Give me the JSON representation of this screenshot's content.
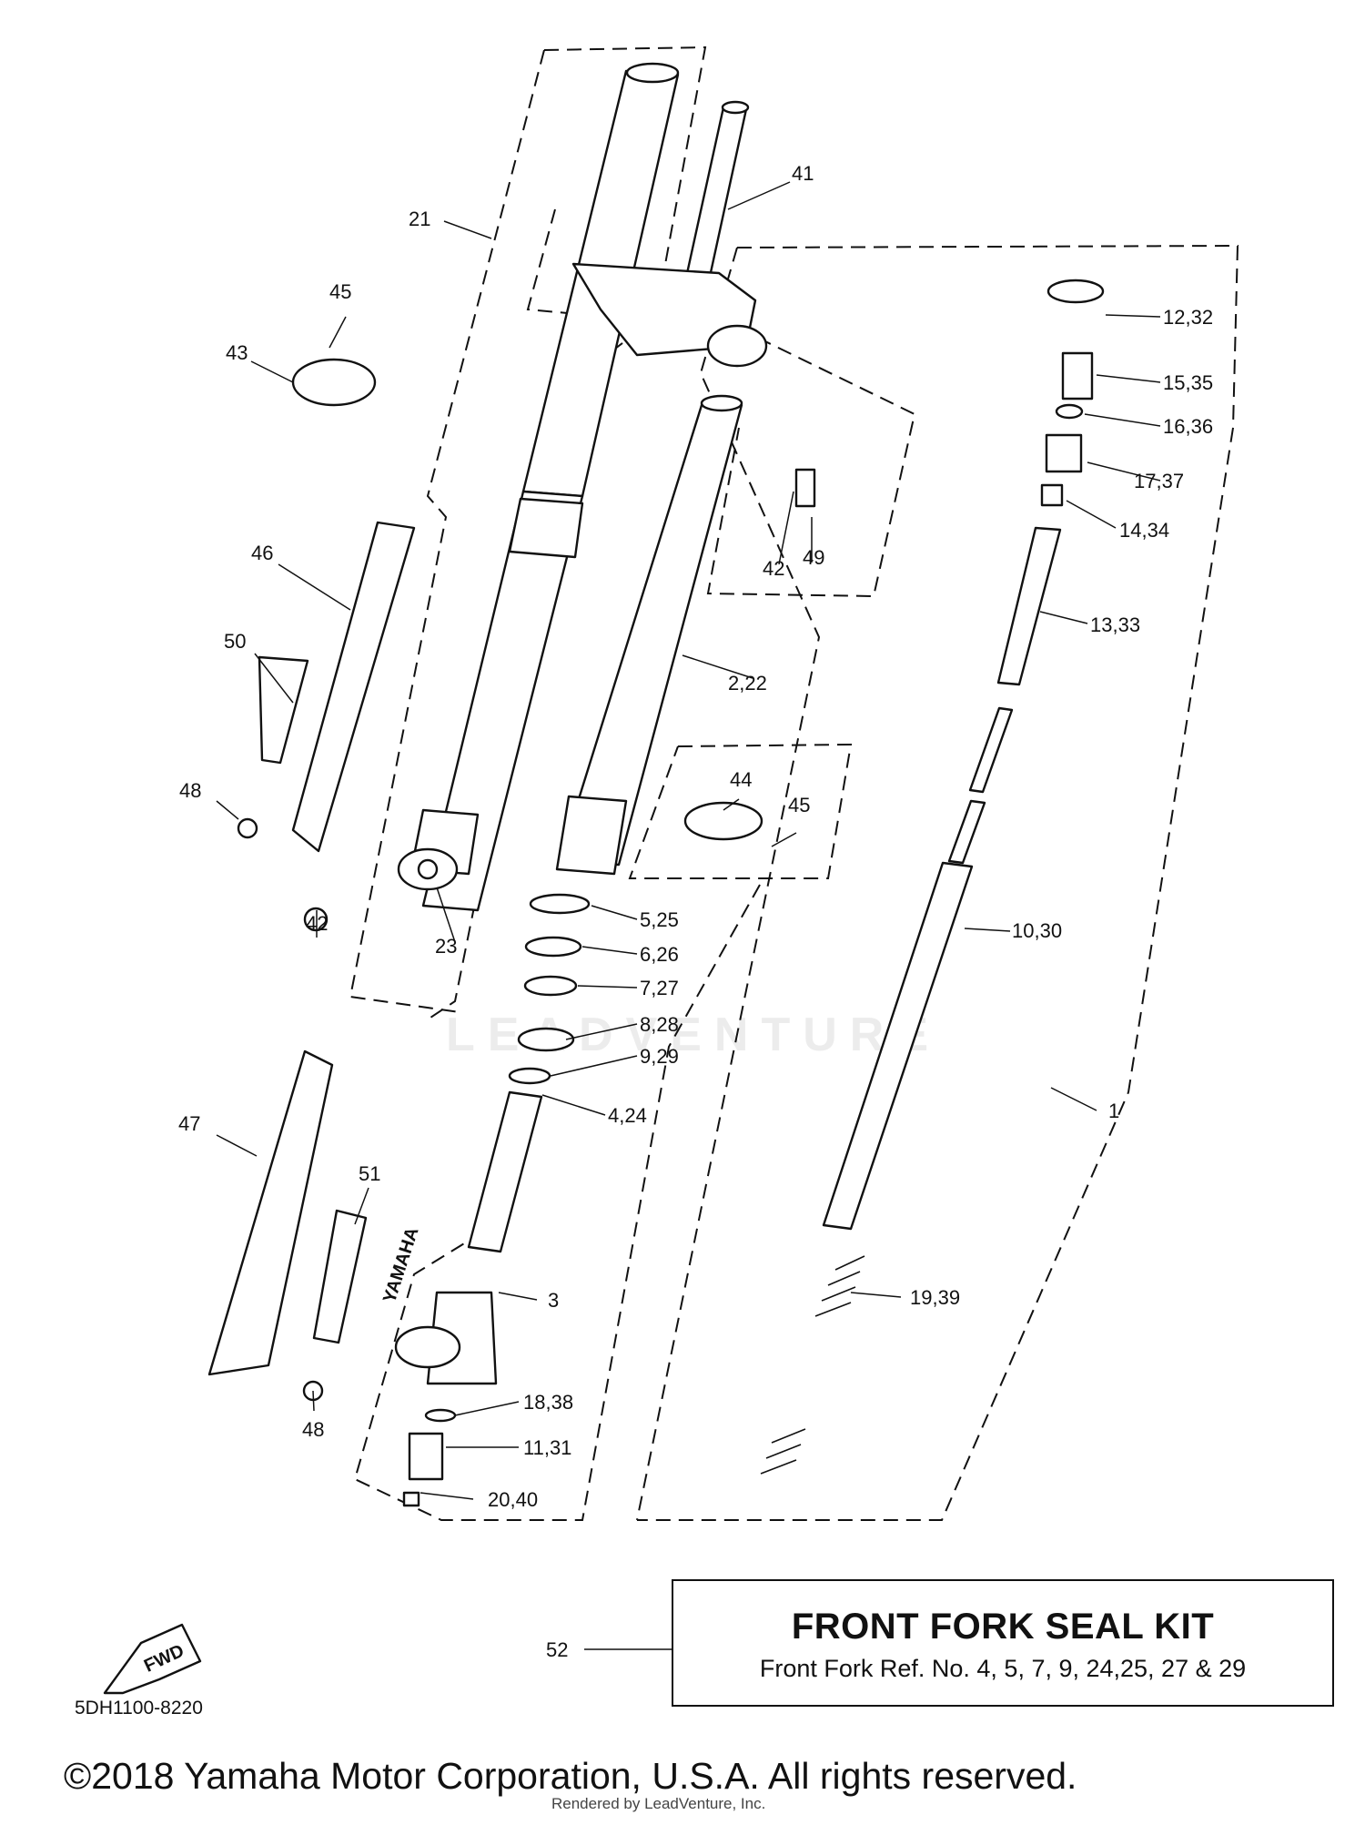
{
  "diagram": {
    "code": "5DH1100-8220",
    "watermark": "LEADVENTURE",
    "fwd_label": "FWD",
    "brand_text": "YAMAHA",
    "callouts": [
      {
        "id": "c21",
        "text": "21"
      },
      {
        "id": "c41",
        "text": "41"
      },
      {
        "id": "c45a",
        "text": "45"
      },
      {
        "id": "c43",
        "text": "43"
      },
      {
        "id": "c12",
        "text": "12,32"
      },
      {
        "id": "c15",
        "text": "15,35"
      },
      {
        "id": "c16",
        "text": "16,36"
      },
      {
        "id": "c17",
        "text": "17,37"
      },
      {
        "id": "c14",
        "text": "14,34"
      },
      {
        "id": "c13",
        "text": "13,33"
      },
      {
        "id": "c46",
        "text": "46"
      },
      {
        "id": "c50",
        "text": "50"
      },
      {
        "id": "c42a",
        "text": "42"
      },
      {
        "id": "c49",
        "text": "49"
      },
      {
        "id": "c2",
        "text": "2,22"
      },
      {
        "id": "c44",
        "text": "44"
      },
      {
        "id": "c45b",
        "text": "45"
      },
      {
        "id": "c48a",
        "text": "48"
      },
      {
        "id": "c42b",
        "text": "42"
      },
      {
        "id": "c23",
        "text": "23"
      },
      {
        "id": "c5",
        "text": "5,25"
      },
      {
        "id": "c6",
        "text": "6,26"
      },
      {
        "id": "c7",
        "text": "7,27"
      },
      {
        "id": "c8",
        "text": "8,28"
      },
      {
        "id": "c9",
        "text": "9,29"
      },
      {
        "id": "c10",
        "text": "10,30"
      },
      {
        "id": "c1",
        "text": "1"
      },
      {
        "id": "c4",
        "text": "4,24"
      },
      {
        "id": "c47",
        "text": "47"
      },
      {
        "id": "c51",
        "text": "51"
      },
      {
        "id": "c3",
        "text": "3"
      },
      {
        "id": "c19",
        "text": "19,39"
      },
      {
        "id": "c48b",
        "text": "48"
      },
      {
        "id": "c18",
        "text": "18,38"
      },
      {
        "id": "c11",
        "text": "11,31"
      },
      {
        "id": "c20",
        "text": "20,40"
      },
      {
        "id": "c52",
        "text": "52"
      }
    ]
  },
  "kit": {
    "title": "FRONT FORK SEAL KIT",
    "subtitle": "Front Fork Ref. No. 4, 5, 7, 9, 24,25, 27 & 29"
  },
  "footer": {
    "copyright": "©2018 Yamaha Motor Corporation, U.S.A. All rights reserved.",
    "rendered_by": "Rendered by LeadVenture, Inc."
  }
}
